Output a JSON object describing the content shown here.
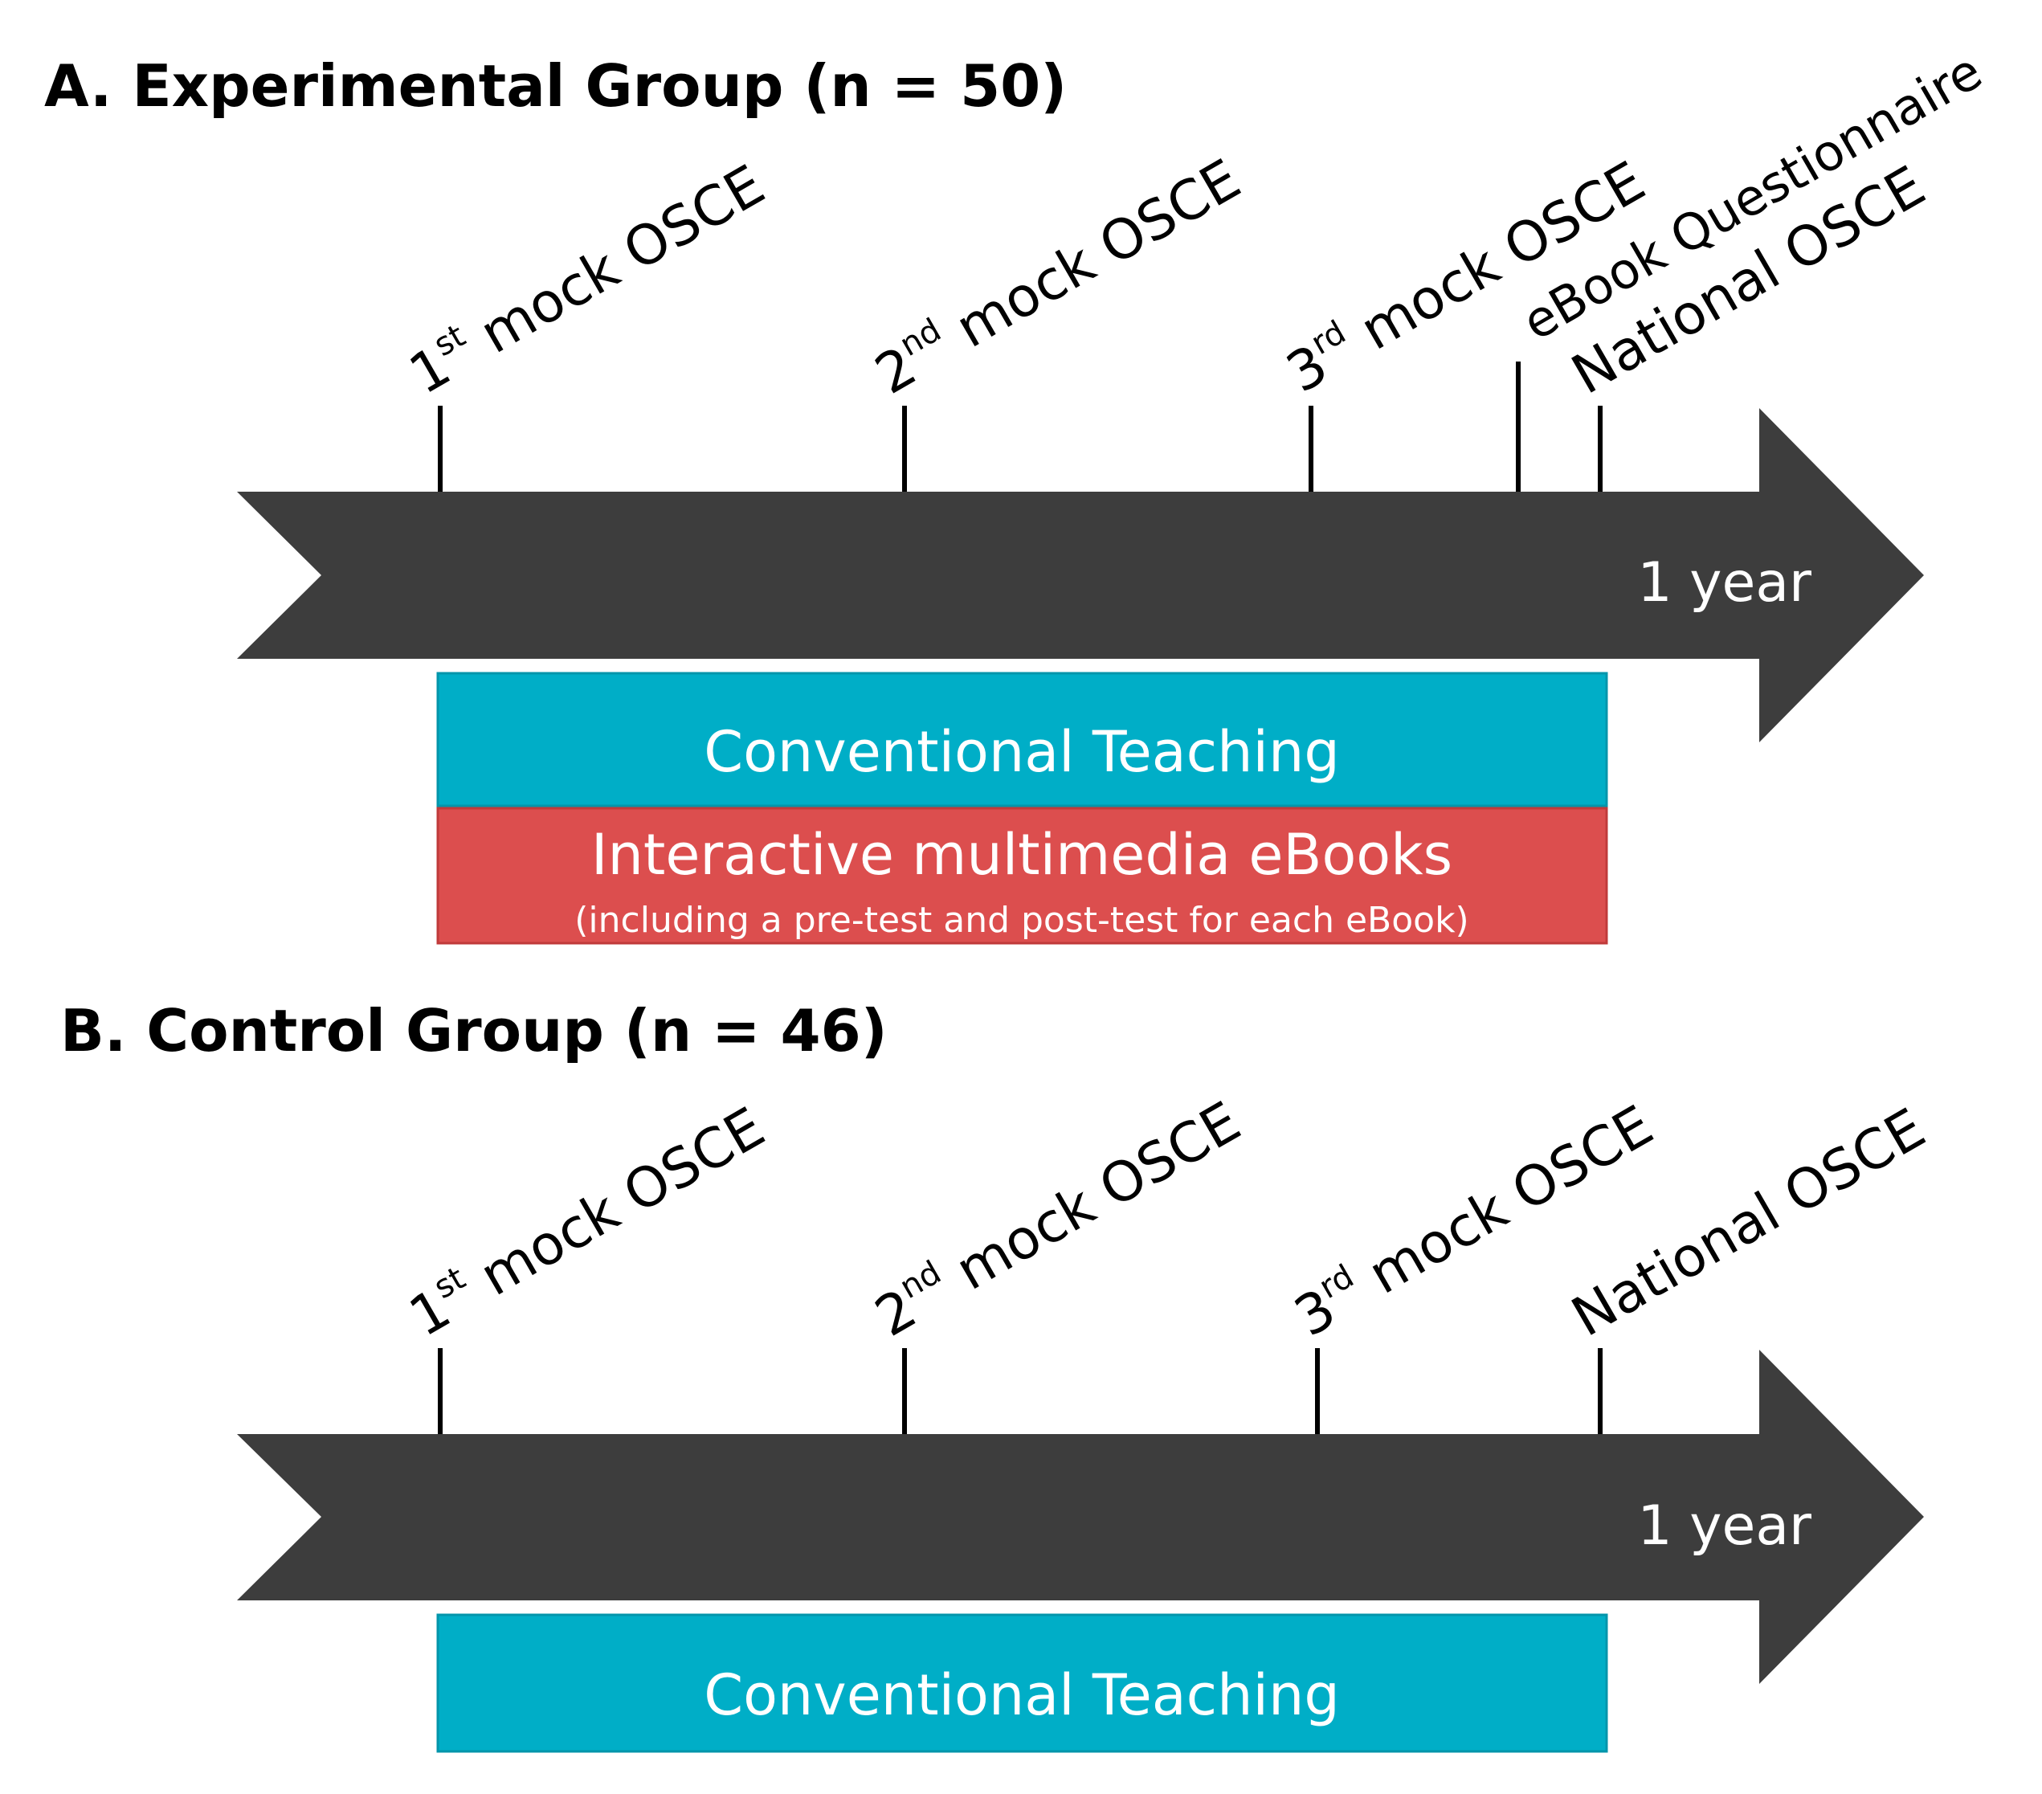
{
  "colors": {
    "arrow": "#3d3d3d",
    "conventional": "#00aec7",
    "ebooks": "#dc4e4e",
    "text_dark": "#000000",
    "text_light": "#ffffff"
  },
  "panel_a": {
    "title": "A. Experimental Group (n = 50)",
    "duration": "1 year",
    "milestones": [
      {
        "num": "1",
        "sup": "st",
        "text": " mock OSCE"
      },
      {
        "num": "2",
        "sup": "nd",
        "text": " mock OSCE"
      },
      {
        "num": "3",
        "sup": "rd",
        "text": " mock OSCE"
      },
      {
        "num": "",
        "sup": "",
        "text": "eBook Questionnaire"
      },
      {
        "num": "",
        "sup": "",
        "text": "National OSCE"
      }
    ],
    "conventional_label": "Conventional Teaching",
    "ebooks_label": "Interactive multimedia eBooks",
    "ebooks_sublabel": "(including a pre-test and post-test for each eBook)"
  },
  "panel_b": {
    "title": "B. Control Group (n = 46)",
    "duration": "1 year",
    "milestones": [
      {
        "num": "1",
        "sup": "st",
        "text": " mock OSCE"
      },
      {
        "num": "2",
        "sup": "nd",
        "text": " mock OSCE"
      },
      {
        "num": "3",
        "sup": "rd",
        "text": " mock OSCE"
      },
      {
        "num": "",
        "sup": "",
        "text": "National OSCE"
      }
    ],
    "conventional_label": "Conventional Teaching"
  }
}
